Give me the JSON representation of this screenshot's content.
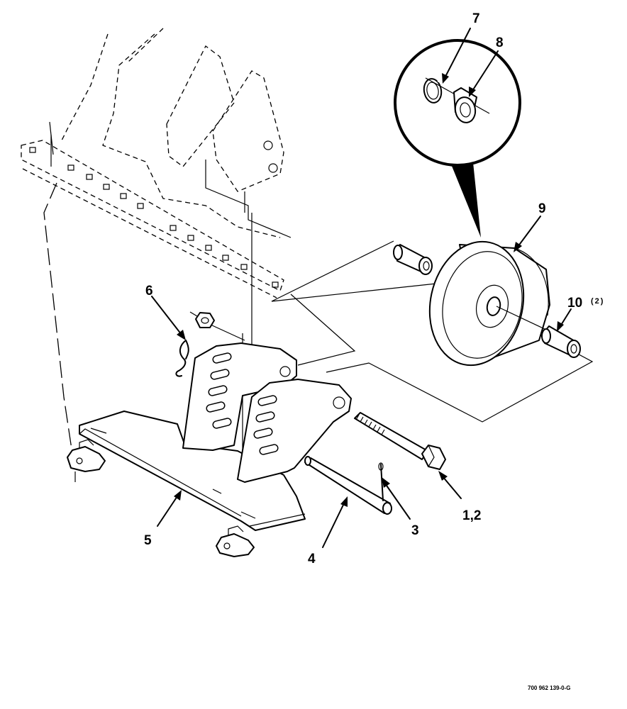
{
  "callouts": {
    "c7": "7",
    "c8": "8",
    "c9": "9",
    "c10": "10",
    "c10_qty": "(2)",
    "c6": "6",
    "c5": "5",
    "c4": "4",
    "c3": "3",
    "c12": "1,2"
  },
  "drawing_number": "700 962 139-0-G"
}
